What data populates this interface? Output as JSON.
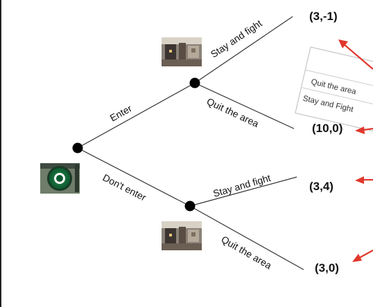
{
  "tree": {
    "edges": {
      "enter": "Enter",
      "dont_enter": "Don't enter",
      "upper_stay": "Stay and fight",
      "upper_quit": "Quit the area",
      "lower_stay": "Stay and fight",
      "lower_quit": "Quit the area"
    },
    "payoffs": {
      "enter_stay": "(3,-1)",
      "enter_quit": "(10,0)",
      "dont_stay": "(3,4)",
      "dont_quit": "(3,0)"
    }
  },
  "popup_card": {
    "item_quit": "Quit the area",
    "item_stay": "Stay and Fight"
  },
  "colors": {
    "line": "#333333",
    "node": "#000000",
    "arrow": "#e0372c"
  },
  "icons": {
    "entrant_logo": "starbucks-logo-icon",
    "incumbent_upper": "cafe-photo-icon",
    "incumbent_lower": "cafe-photo-icon"
  }
}
